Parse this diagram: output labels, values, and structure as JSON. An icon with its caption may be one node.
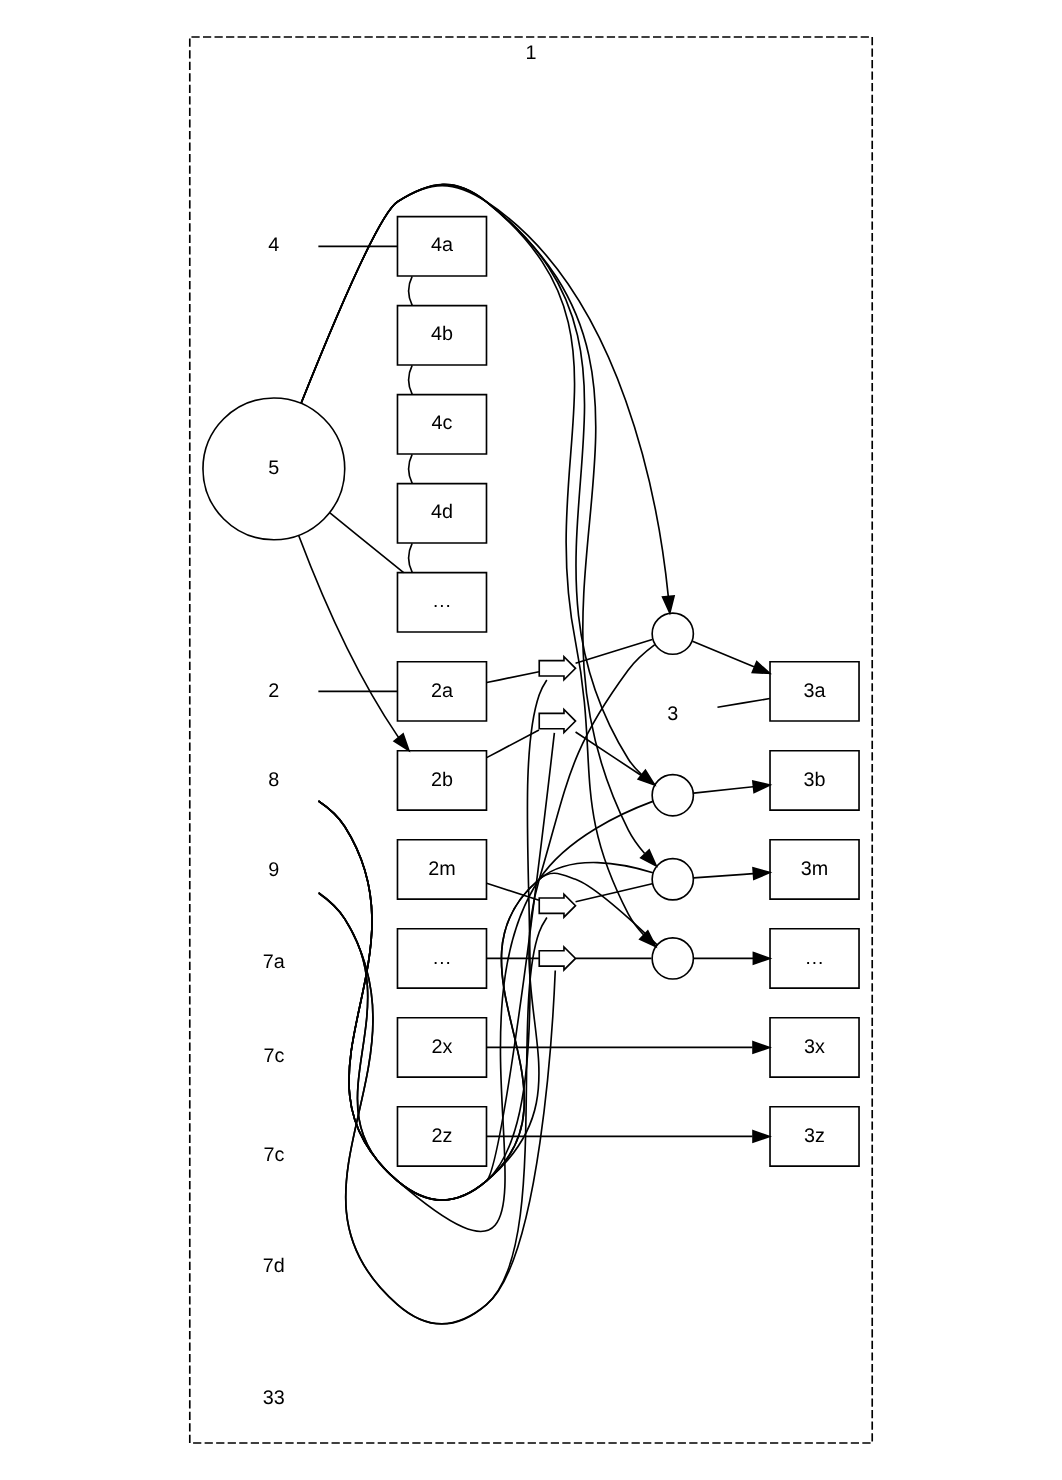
{
  "diagram": {
    "nodes": [
      {
        "text": [
          "1"
        ]
      },
      {
        "text": [
          "4"
        ],
        "in": 0
      },
      {
        "text": [
          "4a"
        ],
        "in": 0
      },
      {
        "text": [
          "4b"
        ],
        "in": 0
      },
      {
        "text": [
          "4c"
        ],
        "in": 0
      },
      {
        "text": [
          "4d"
        ],
        "in": 0
      },
      {
        "text": [
          "…"
        ],
        "in": 0
      },
      {
        "text": [
          "5"
        ],
        "in": 0
      },
      {
        "text": [
          "2"
        ],
        "in": 0
      },
      {
        "text": [
          "2a"
        ],
        "in": 0
      },
      {
        "text": [
          "2b"
        ],
        "in": 0
      },
      {
        "text": [
          "2m"
        ],
        "in": 0
      },
      {
        "text": [
          "…"
        ],
        "in": 0
      },
      {
        "text": [
          "2x"
        ],
        "in": 0
      },
      {
        "text": [
          "2z"
        ],
        "in": 0
      },
      {
        "text": [
          "3"
        ],
        "in": 0
      },
      {
        "text": [
          "3a"
        ],
        "in": 0
      },
      {
        "text": [
          "3b"
        ],
        "in": 0
      },
      {
        "text": [
          "3m"
        ],
        "in": 0
      },
      {
        "text": [
          "…"
        ],
        "in": 0
      },
      {
        "text": [
          "3x"
        ],
        "in": 0
      },
      {
        "text": [
          "3z"
        ],
        "in": 0
      },
      {
        "text": [],
        "shape": "circle",
        "in": 0
      },
      {
        "text": [],
        "shape": "circle",
        "in": 0
      },
      {
        "text": [],
        "shape": "circle",
        "in": 0
      },
      {
        "text": [],
        "shape": "circle",
        "in": 0
      },
      {
        "text": [],
        "shape": "switch",
        "in": 0
      },
      {
        "text": [],
        "shape": "switch",
        "in": 0
      },
      {
        "text": [],
        "shape": "switch",
        "in": 0
      },
      {
        "text": [],
        "shape": "switch",
        "in": 0
      },
      {
        "text": [
          "8"
        ],
        "in": 0
      },
      {
        "text": [
          "9"
        ],
        "in": 0
      }
    ],
    "edges": [
      {
        "from": 2,
        "to": 3,
        "arrow": "none"
      },
      {
        "from": 3,
        "to": 4,
        "arrow": "none"
      },
      {
        "from": 4,
        "to": 5,
        "arrow": "none"
      },
      {
        "from": 5,
        "to": 6,
        "arrow": "none"
      },
      {
        "from": 6,
        "to": 7,
        "arrow": "none"
      },
      {
        "from": 7,
        "to": 10,
        "arrow": "to"
      },
      {
        "from": 7,
        "to": 22,
        "arrow": "to"
      },
      {
        "from": 7,
        "to": 23,
        "arrow": "to"
      },
      {
        "from": 7,
        "to": 24,
        "arrow": "to"
      },
      {
        "from": 7,
        "to": 25,
        "arrow": "to"
      },
      {
        "from": 9,
        "to": 26,
        "arrow": "none"
      },
      {
        "from": 26,
        "to": 22,
        "arrow": "none"
      },
      {
        "from": 22,
        "to": 16,
        "arrow": "to"
      },
      {
        "from": 10,
        "to": 27,
        "arrow": "none"
      },
      {
        "from": 27,
        "to": 23,
        "arrow": "none"
      },
      {
        "from": 23,
        "to": 17,
        "arrow": "to"
      },
      {
        "from": 11,
        "to": 28,
        "arrow": "none"
      },
      {
        "from": 28,
        "to": 24,
        "arrow": "none"
      },
      {
        "from": 24,
        "to": 18,
        "arrow": "to"
      },
      {
        "from": 12,
        "to": 29,
        "arrow": "none"
      },
      {
        "from": 29,
        "to": 25,
        "arrow": "none"
      },
      {
        "from": 25,
        "to": 19,
        "arrow": "to"
      },
      {
        "from": 13,
        "to": 20,
        "arrow": "to"
      },
      {
        "from": 14,
        "to": 21,
        "arrow": "to"
      },
      {
        "from": 1,
        "to": 2,
        "arrow": "none"
      },
      {
        "from": 8,
        "to": 9,
        "arrow": "none"
      },
      {
        "from": 15,
        "to": 16,
        "arrow": "none"
      },
      {
        "from": 30,
        "to": 22,
        "arrow": "none"
      },
      {
        "from": 30,
        "to": 23,
        "arrow": "none"
      },
      {
        "from": 30,
        "to": 24,
        "arrow": "none"
      },
      {
        "from": 30,
        "to": 25,
        "arrow": "none"
      },
      {
        "from": 31,
        "to": 26,
        "arrow": "none"
      },
      {
        "from": 31,
        "to": 27,
        "arrow": "none"
      },
      {
        "from": 31,
        "to": 28,
        "arrow": "none"
      },
      {
        "from": 31,
        "to": 29,
        "arrow": "none"
      }
    ],
    "labels": [
      "7a",
      "7c",
      "7c",
      "7d",
      "33"
    ]
  }
}
